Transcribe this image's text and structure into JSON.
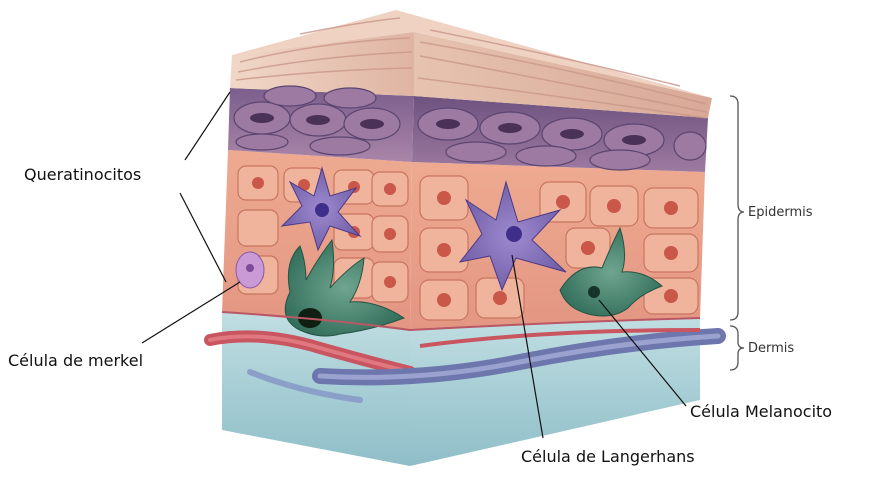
{
  "labels": {
    "queratinocitos": "Queratinocitos",
    "merkel": "Célula de merkel",
    "langerhans": "Célula de Langerhans",
    "melanocito": "Célula Melanocito",
    "epidermis": "Epidermis",
    "dermis": "Dermis"
  },
  "colors": {
    "stratum_corneum": "#e8c3b4",
    "spinous_layer": "#8e6f9a",
    "basal_cells": "#e9a08a",
    "langerhans_cell": "#7d6ab1",
    "melanocyte": "#3f7d6b",
    "merkel_cell": "#b98ad0",
    "dermis": "#a9d2d8",
    "vessel_red": "#c95560",
    "vessel_blue": "#7a84b8"
  }
}
